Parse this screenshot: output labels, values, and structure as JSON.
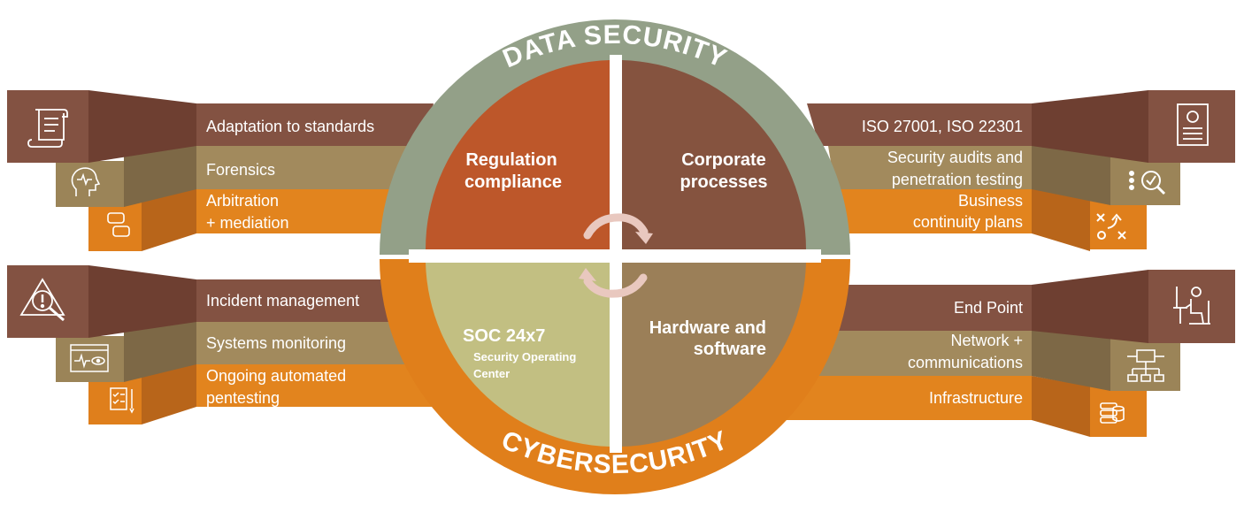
{
  "colors": {
    "dark_brown": "#835242",
    "khaki": "#9b8458",
    "orange": "#df7f1c",
    "sage": "#93a088",
    "rust": "#bd572a",
    "brown": "#85533f",
    "olive_light": "#c2bf82",
    "tan": "#9b7f58",
    "cyber_orange": "#e07f1b",
    "arrow_pink": "#e9c8bf"
  },
  "arc": {
    "top_label": "DATA SECURITY",
    "bottom_label": "CYBERSECURITY"
  },
  "quadrants": {
    "regulation": {
      "line1": "Regulation",
      "line2": "compliance"
    },
    "corporate": {
      "line1": "Corporate",
      "line2": "processes"
    },
    "soc": {
      "title": "SOC 24x7",
      "sub1": "Security Operating",
      "sub2": "Center"
    },
    "hardware": {
      "line1": "Hardware and",
      "line2": "software"
    }
  },
  "left_top": {
    "bar1": {
      "label": "Adaptation to standards",
      "icon": "scroll-icon"
    },
    "bar2": {
      "label": "Forensics",
      "icon": "head-pulse-icon"
    },
    "bar3": {
      "line1": "Arbitration",
      "line2": "+ mediation",
      "icon": "chat-bubbles-icon"
    }
  },
  "left_bottom": {
    "bar1": {
      "label": "Incident management",
      "icon": "warning-search-icon"
    },
    "bar2": {
      "label": "Systems monitoring",
      "icon": "monitor-eye-icon"
    },
    "bar3": {
      "line1": "Ongoing automated",
      "line2": "pentesting",
      "icon": "checklist-pencil-icon"
    }
  },
  "right_top": {
    "bar1": {
      "label": "ISO 27001, ISO 22301",
      "icon": "certificate-icon"
    },
    "bar2": {
      "line1": "Security audits and",
      "line2": "penetration testing",
      "icon": "audit-magnifier-icon"
    },
    "bar3": {
      "line1": "Business",
      "line2": "continuity plans",
      "icon": "strategy-icon"
    }
  },
  "right_bottom": {
    "bar1": {
      "label": "End Point",
      "icon": "person-desk-icon"
    },
    "bar2": {
      "line1": "Network +",
      "line2": "communications",
      "icon": "network-icon"
    },
    "bar3": {
      "label": "Infrastructure",
      "icon": "database-icon"
    }
  }
}
